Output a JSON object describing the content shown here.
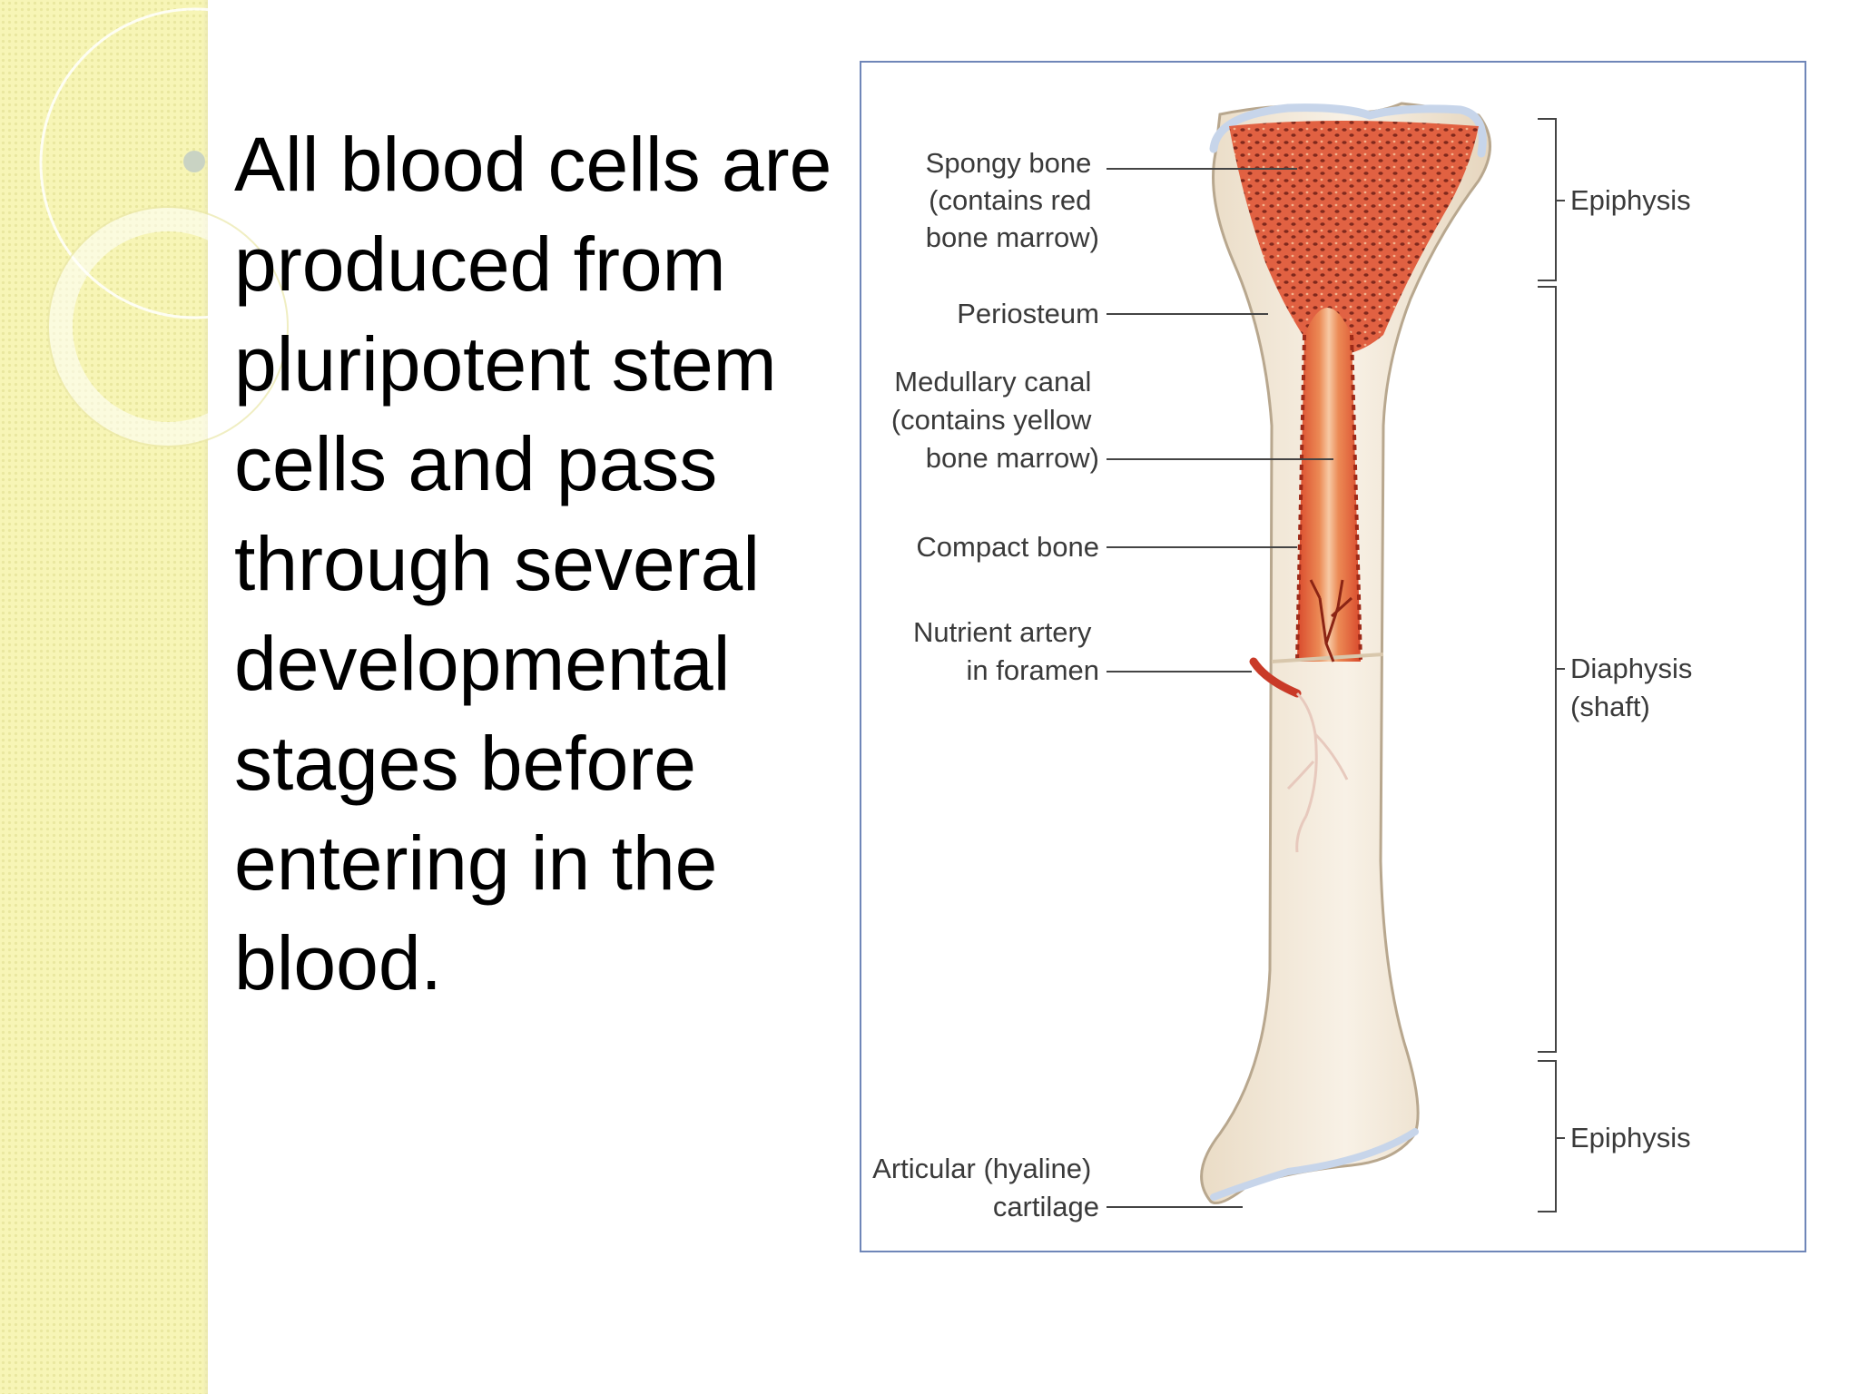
{
  "slide": {
    "bullet_text": "All blood cells are\nproduced from\npluripotent stem\ncells and pass\nthrough several\ndevelopmental\nstages before\nentering in the\nblood."
  },
  "diagram": {
    "labels": {
      "spongy_bone": [
        "Spongy bone",
        "(contains red",
        "bone marrow)"
      ],
      "periosteum": [
        "Periosteum"
      ],
      "medullary_canal": [
        "Medullary canal",
        "(contains yellow",
        "bone marrow)"
      ],
      "compact_bone": [
        "Compact bone"
      ],
      "nutrient_artery": [
        "Nutrient artery",
        "in foramen"
      ],
      "articular_cartilage": [
        "Articular (hyaline)",
        "cartilage"
      ],
      "epiphysis_top": [
        "Epiphysis"
      ],
      "diaphysis": [
        "Diaphysis",
        "(shaft)"
      ],
      "epiphysis_bottom": [
        "Epiphysis"
      ]
    },
    "colors": {
      "bone": "#f5ecde",
      "marrow_red": "#d9492c",
      "marrow_orange": "#ec8a55",
      "cartilage": "#c7d5ea",
      "artery": "#c93a28"
    }
  }
}
